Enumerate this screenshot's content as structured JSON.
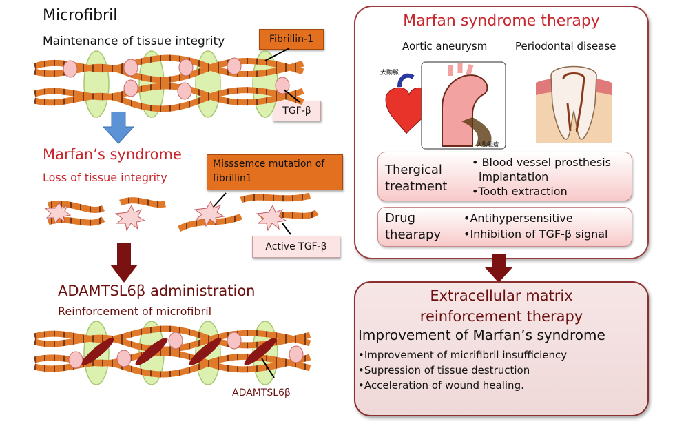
{
  "left": {
    "microfibril_title": "Microfibril",
    "maintenance": "Maintenance of tissue integrity",
    "fibrillin_label": "Fibrillin-1",
    "tgf_label": "TGF-β",
    "marfan_title": "Marfan’s syndrome",
    "loss": "Loss of tissue integrity",
    "mutation_label": "Misssemce mutation of fibrillin1",
    "active_tgf_label": "Active TGF-β",
    "adamtsl_title": "ADAMTSL6β administration",
    "reinforce": "Reinforcement of microfibril",
    "adamtsl_label": "ADAMTSL6β"
  },
  "therapy_panel": {
    "title": "Marfan syndrome therapy",
    "aortic": "Aortic aneurysm",
    "periodontal": "Periodontal disease",
    "jp_label_1": "大動脈",
    "jp_label_2": "大動脈瘤",
    "surgical": {
      "label_line1": "Thergical",
      "label_line2": "treatment",
      "items": [
        "• Blood vessel prosthesis",
        "implantation",
        "•Tooth extraction"
      ]
    },
    "drug": {
      "label_line1": "Drug",
      "label_line2": "thearapy",
      "items": [
        "•Antihypersensitive",
        "•Inhibition of TGF-β signal"
      ]
    }
  },
  "ecm_panel": {
    "title_line1": "Extracellular matrix",
    "title_line2": "reinforcement therapy",
    "subtitle": "Improvement of Marfan’s syndrome",
    "items": [
      "•Improvement of micrifibril insufficiency",
      "•Supression of tissue destruction",
      "•Acceleration of wound healing."
    ]
  },
  "colors": {
    "fiber": "#e07a2a",
    "fiber_band": "#7a3a16",
    "red_text": "#c8252b",
    "dark_red_arrow": "#7a1212",
    "blue_arrow": "#5b93d6",
    "crosslink_green": "#d9f0a8",
    "tgf_pink": "#f6c4c4",
    "adamtsl_rod": "#8a1616"
  }
}
